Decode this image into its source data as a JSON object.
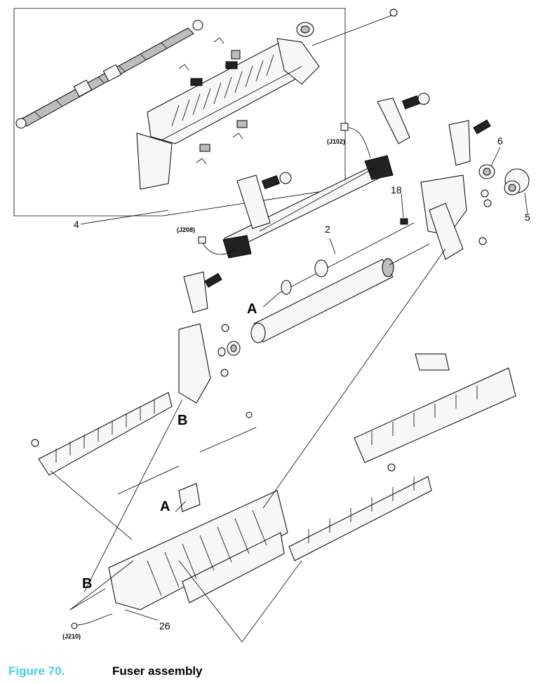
{
  "figure": {
    "number": "Figure 70.",
    "title": "Fuser assembly"
  },
  "callouts": {
    "item_2": "2",
    "item_4": "4",
    "item_5": "5",
    "item_6": "6",
    "item_18": "18",
    "item_26": "26"
  },
  "connectors": {
    "j102": "(J102)",
    "j208": "(J208)",
    "j210": "(J210)"
  },
  "reference_letters": {
    "a_roller": "A",
    "b_upper": "B",
    "a_lower": "A",
    "b_lower": "B"
  },
  "colors": {
    "caption_number": "#3fd1e6",
    "ink": "#000000"
  }
}
